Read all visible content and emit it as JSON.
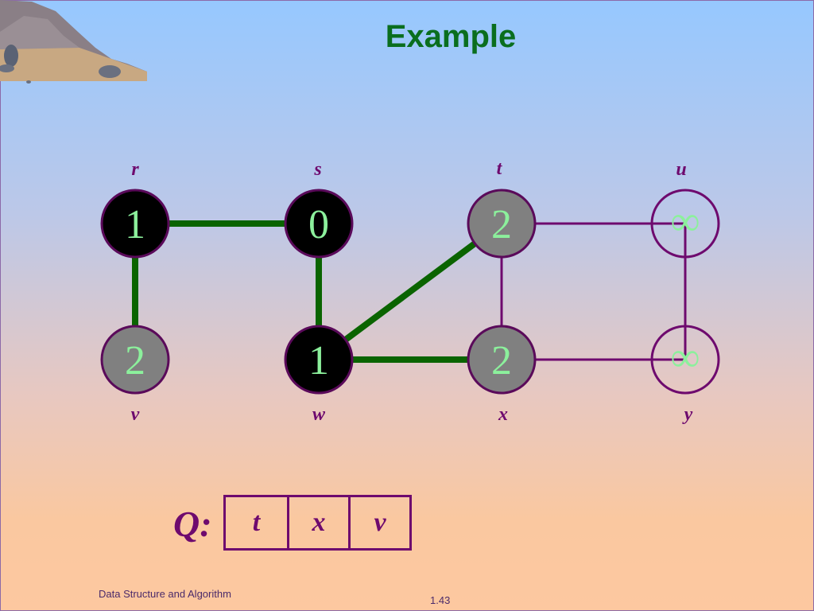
{
  "slide": {
    "title": "Example",
    "footer_left": "Data Structure and Algorithm",
    "footer_right": "1.43"
  },
  "colors": {
    "title": "#0a6e1e",
    "tree_edge": "#0a6400",
    "plain_edge": "#6e0a6e",
    "node_border": "#5a0a5a",
    "node_black": "#000000",
    "node_gray": "#808080",
    "node_white": "#ffffff00",
    "node_text": "#8cf09c"
  },
  "graph": {
    "vertices": [
      {
        "id": "r",
        "label": "r",
        "value": "1",
        "state": "black"
      },
      {
        "id": "s",
        "label": "s",
        "value": "0",
        "state": "black"
      },
      {
        "id": "t",
        "label": "t",
        "value": "2",
        "state": "gray"
      },
      {
        "id": "u",
        "label": "u",
        "value": "∞",
        "state": "white"
      },
      {
        "id": "v",
        "label": "v",
        "value": "2",
        "state": "gray"
      },
      {
        "id": "w",
        "label": "w",
        "value": "1",
        "state": "black"
      },
      {
        "id": "x",
        "label": "x",
        "value": "2",
        "state": "gray"
      },
      {
        "id": "y",
        "label": "y",
        "value": "∞",
        "state": "white"
      }
    ],
    "edges": [
      {
        "from": "r",
        "to": "s",
        "tree": true
      },
      {
        "from": "r",
        "to": "v",
        "tree": true
      },
      {
        "from": "s",
        "to": "w",
        "tree": true
      },
      {
        "from": "w",
        "to": "t",
        "tree": true
      },
      {
        "from": "w",
        "to": "x",
        "tree": true
      },
      {
        "from": "t",
        "to": "x",
        "tree": false
      },
      {
        "from": "t",
        "to": "u",
        "tree": false
      },
      {
        "from": "u",
        "to": "y",
        "tree": false
      },
      {
        "from": "x",
        "to": "y",
        "tree": false
      }
    ]
  },
  "queue": {
    "label": "Q:",
    "items": [
      "t",
      "x",
      "v"
    ]
  }
}
